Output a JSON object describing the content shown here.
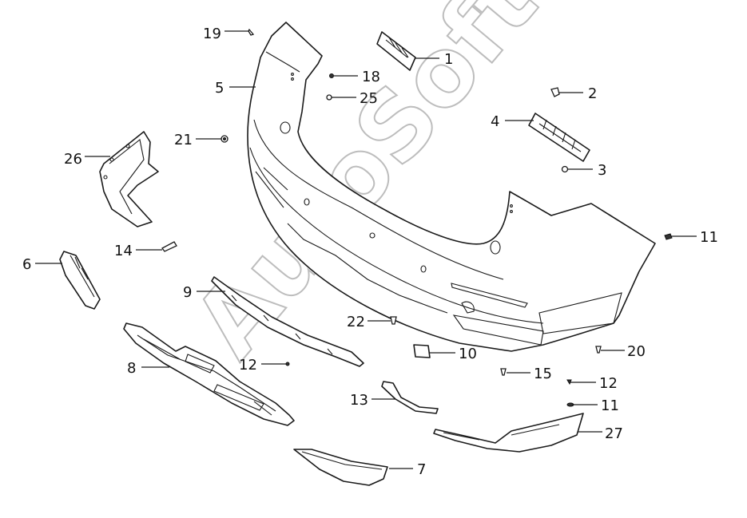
{
  "watermark": {
    "text": "AutoSoft"
  },
  "callouts": [
    {
      "id": "1",
      "label": "1"
    },
    {
      "id": "2",
      "label": "2"
    },
    {
      "id": "3",
      "label": "3"
    },
    {
      "id": "4",
      "label": "4"
    },
    {
      "id": "5",
      "label": "5"
    },
    {
      "id": "6",
      "label": "6"
    },
    {
      "id": "7",
      "label": "7"
    },
    {
      "id": "8",
      "label": "8"
    },
    {
      "id": "9",
      "label": "9"
    },
    {
      "id": "10",
      "label": "10"
    },
    {
      "id": "11a",
      "label": "11"
    },
    {
      "id": "11b",
      "label": "11"
    },
    {
      "id": "12a",
      "label": "12"
    },
    {
      "id": "12b",
      "label": "12"
    },
    {
      "id": "13",
      "label": "13"
    },
    {
      "id": "14",
      "label": "14"
    },
    {
      "id": "15",
      "label": "15"
    },
    {
      "id": "18",
      "label": "18"
    },
    {
      "id": "19",
      "label": "19"
    },
    {
      "id": "20",
      "label": "20"
    },
    {
      "id": "21",
      "label": "21"
    },
    {
      "id": "22",
      "label": "22"
    },
    {
      "id": "25",
      "label": "25"
    },
    {
      "id": "26",
      "label": "26"
    },
    {
      "id": "27",
      "label": "27"
    }
  ]
}
